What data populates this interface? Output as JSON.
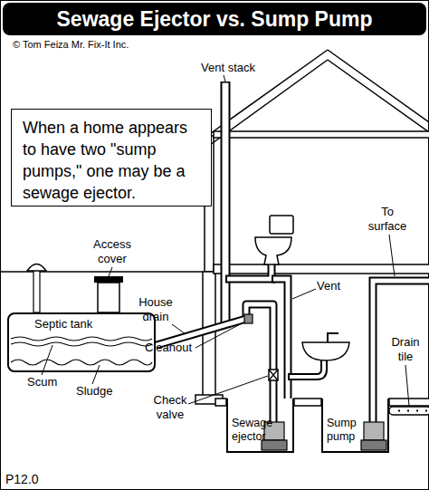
{
  "diagram": {
    "title": "Sewage Ejector vs. Sump Pump",
    "nodes": [
      {
        "text": [
          "When a home appears to have two \"sump pumps,\" one may be a sewage ejector."
        ]
      },
      {
        "text": [
          "Septic tank"
        ]
      },
      {
        "text": [
          "Sewage ejector"
        ]
      },
      {
        "text": [
          "Sump pump"
        ]
      }
    ],
    "edges": [
      {
        "from": 2,
        "to": 1,
        "arrow": "none"
      }
    ],
    "labels": [
      "© Tom Feiza Mr. Fix-It Inc.",
      "Vent stack",
      "Access cover",
      "House drain",
      "Cleanout",
      "Scum",
      "Sludge",
      "Check valve",
      "Vent",
      "To surface",
      "Drain tile",
      "P12.0"
    ]
  }
}
